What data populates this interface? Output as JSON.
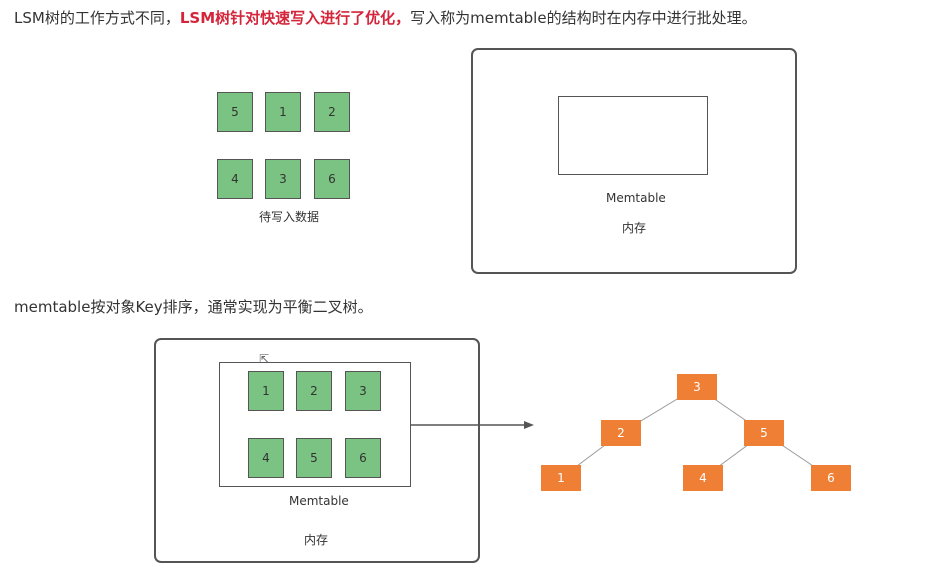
{
  "text": {
    "line1_before": "LSM树的工作方式不同，",
    "line1_highlight": "LSM树针对快速写入进行了优化，",
    "line1_after": "写入称为memtable的结构时在内存中进行批处理。",
    "line2": "memtable按对象Key排序，通常实现为平衡二叉树。"
  },
  "diagram1": {
    "data_boxes": [
      "5",
      "1",
      "2",
      "4",
      "3",
      "6"
    ],
    "data_caption": "待写入数据",
    "memtable_label": "Memtable",
    "memory_label": "内存"
  },
  "diagram2": {
    "data_boxes": [
      "1",
      "2",
      "3",
      "4",
      "5",
      "6"
    ],
    "memtable_label": "Memtable",
    "memory_label": "内存"
  },
  "tree": {
    "nodes": [
      "3",
      "2",
      "5",
      "1",
      "4",
      "6"
    ]
  },
  "colors": {
    "highlight": "#d4253a",
    "data_box": "#7bc383",
    "tree_node": "#ef7f34"
  }
}
